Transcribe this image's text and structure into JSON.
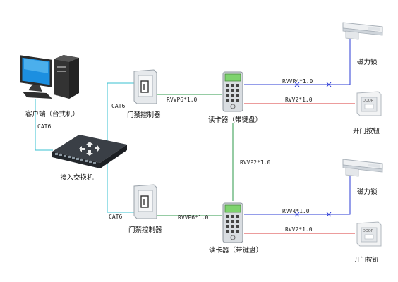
{
  "devices": {
    "client_pc": "客户端（台式机）",
    "switch": "接入交换机",
    "controller_top": "门禁控制器",
    "controller_bottom": "门禁控制器",
    "reader_top": "读卡器（带键盘）",
    "reader_bottom": "读卡器（带键盘）",
    "maglock_top": "磁力锁",
    "maglock_bottom": "磁力锁",
    "button_top": "开门按钮",
    "button_bottom": "开门按钮"
  },
  "cables": {
    "pc_switch": "CAT6",
    "switch_controller_top": "CAT6",
    "switch_controller_bottom": "CAT6",
    "controller_reader_top": "RVVP6*1.0",
    "controller_reader_bottom": "RVVP6*1.0",
    "reader_reader": "RVVP2*1.0",
    "reader_lock_top": "RVVP4*1.0",
    "reader_button_top": "RVV2*1.0",
    "reader_lock_bottom": "RVV4*1.0",
    "reader_button_bottom": "RVV2*1.0"
  },
  "button_plate_text": "DOOR",
  "colors": {
    "network": "#38c0d0",
    "control": "#2e9a48",
    "lock": "#2b3bd6",
    "button": "#d83a3a"
  }
}
